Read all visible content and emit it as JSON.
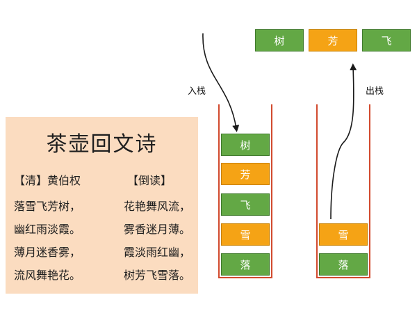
{
  "poem": {
    "title": "茶壶回文诗",
    "author": "【清】黄伯权",
    "reverse_label": "【倒读】",
    "forward_lines": [
      "落雪飞芳树，",
      "幽红雨淡霞。",
      "薄月迷香雾，",
      "流风舞艳花。"
    ],
    "reverse_lines": [
      "花艳舞风流，",
      "雾香迷月薄。",
      "霞淡雨红幽，",
      "树芳飞雪落。"
    ]
  },
  "push_label": "入栈",
  "pop_label": "出栈",
  "left_stack": [
    {
      "char": "树",
      "color": "green"
    },
    {
      "char": "芳",
      "color": "orange"
    },
    {
      "char": "飞",
      "color": "green"
    },
    {
      "char": "雪",
      "color": "orange"
    },
    {
      "char": "落",
      "color": "green"
    }
  ],
  "right_stack": [
    {
      "char": "雪",
      "color": "orange"
    },
    {
      "char": "落",
      "color": "green"
    }
  ],
  "popped": [
    {
      "char": "树",
      "color": "green"
    },
    {
      "char": "芳",
      "color": "orange"
    },
    {
      "char": "飞",
      "color": "green"
    }
  ],
  "colors": {
    "green": "#63a845",
    "orange": "#f5a315",
    "stack_wall": "#d24a2e",
    "poem_bg": "#fbdcc0"
  }
}
